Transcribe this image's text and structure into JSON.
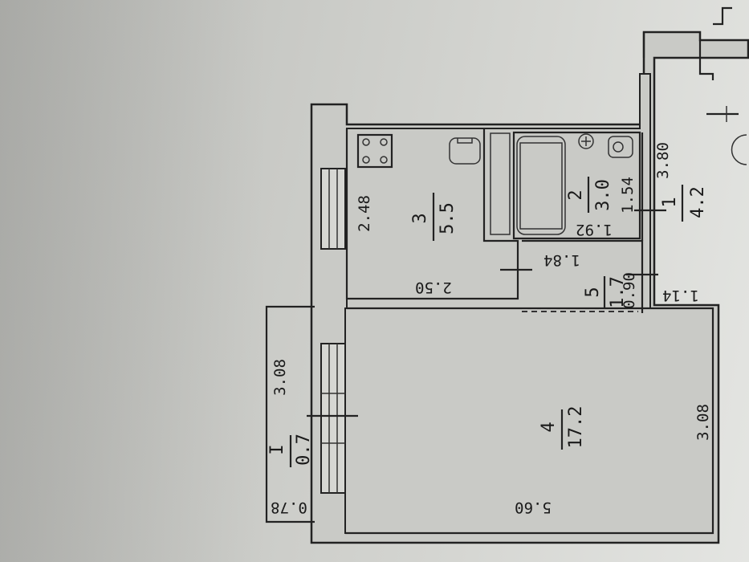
{
  "rooms": [
    {
      "id": "1",
      "number": "1",
      "area": "4.2"
    },
    {
      "id": "2",
      "number": "2",
      "area": "3.0"
    },
    {
      "id": "3",
      "number": "3",
      "area": "5.5"
    },
    {
      "id": "4",
      "number": "4",
      "area": "17.2"
    },
    {
      "id": "5",
      "number": "5",
      "area": "1.7"
    },
    {
      "id": "I",
      "number": "I",
      "area": "0.7"
    }
  ],
  "dimensions": {
    "kitchen_width": "2.48",
    "kitchen_length": "2.50",
    "bath_width": "1.54",
    "bath_length": "1.92",
    "hall_length": "3.80",
    "hall_width": "1.14",
    "closet_length": "1.84",
    "closet_width": "0.90",
    "living_length": "5.60",
    "living_width": "3.08",
    "balcony_length": "3.08",
    "balcony_width": "0.78"
  },
  "colors": {
    "paper": "#c9cac6",
    "ink": "#222222"
  }
}
